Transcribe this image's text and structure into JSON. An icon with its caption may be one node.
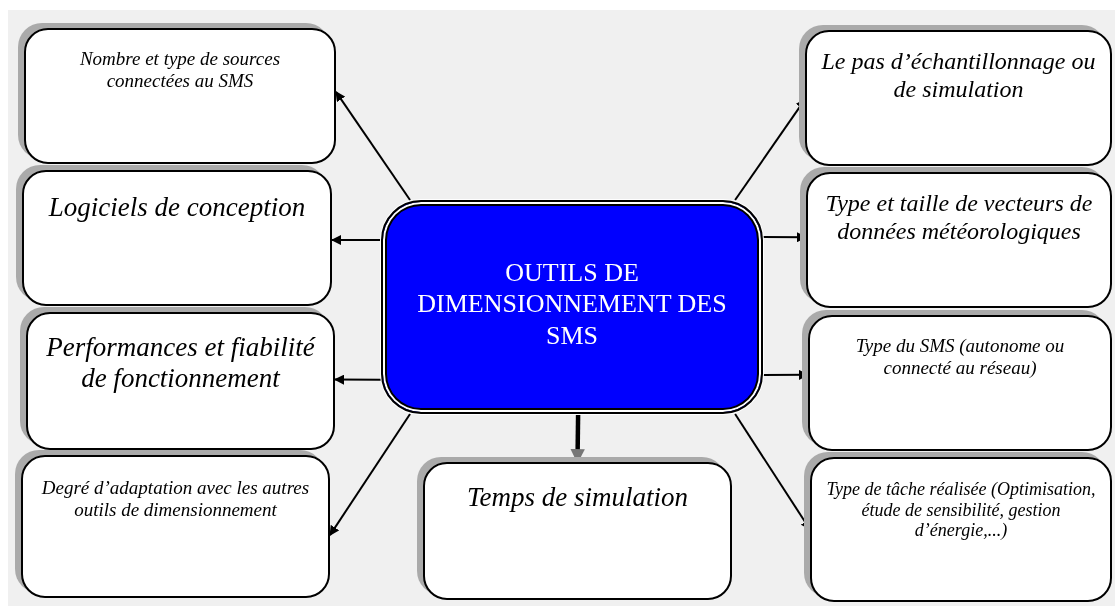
{
  "diagram": {
    "nodes": [
      {
        "text": [
          "OUTILS DE DIMENSIONNEMENT DES SMS"
        ]
      },
      {
        "text": [
          "Nombre et type de sources connectées au SMS"
        ]
      },
      {
        "text": [
          "Logiciels de conception"
        ]
      },
      {
        "text": [
          "Performances et fiabilité de fonctionnement"
        ]
      },
      {
        "text": [
          "Degré d’adaptation avec les autres outils de dimensionnement"
        ]
      },
      {
        "text": [
          "Temps de simulation"
        ]
      },
      {
        "text": [
          "Le pas d’échantillonnage ou de simulation"
        ]
      },
      {
        "text": [
          "Type et taille de vecteurs de données météorologiques"
        ]
      },
      {
        "text": [
          "Type du SMS (autonome ou connecté au réseau)"
        ]
      },
      {
        "text": [
          "Type de tâche réalisée (Optimisation, étude de sensibilité, gestion d’énergie,...)"
        ]
      }
    ],
    "edges": [
      {
        "from": 0,
        "to": 1,
        "arrow": "to"
      },
      {
        "from": 0,
        "to": 2,
        "arrow": "to"
      },
      {
        "from": 0,
        "to": 3,
        "arrow": "to"
      },
      {
        "from": 0,
        "to": 4,
        "arrow": "to"
      },
      {
        "from": 0,
        "to": 5,
        "arrow": "to",
        "style": "thick"
      },
      {
        "from": 0,
        "to": 6,
        "arrow": "to"
      },
      {
        "from": 0,
        "to": 7,
        "arrow": "to"
      },
      {
        "from": 0,
        "to": 8,
        "arrow": "to"
      },
      {
        "from": 0,
        "to": 9,
        "arrow": "to"
      }
    ]
  }
}
